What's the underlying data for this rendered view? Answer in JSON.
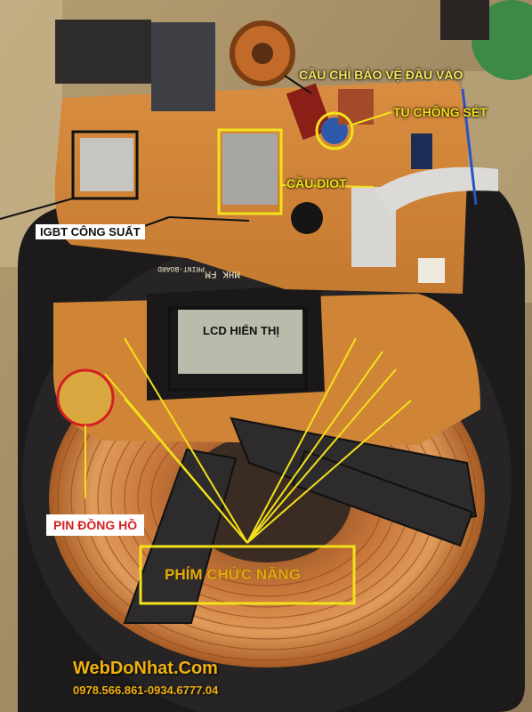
{
  "labels": {
    "fuse": "CẦU CHÌ BẢO VỆ ĐẦU VÀO",
    "surge_cap": "TỤ CHỐNG SÉT",
    "diode_bridge": "CẦU DIOT",
    "igbt": "IGBT CÔNG SUẤT",
    "lcd": "LCD HIỂN THỊ",
    "battery": "PIN ĐỒNG HỒ",
    "buttons": "PHÍM CHỨC NĂNG"
  },
  "pcb_silkscreen": {
    "code": "MHK FM",
    "print": "PRINT-BOARD"
  },
  "watermark": {
    "site": "WebDoNhat.Com",
    "phones": "0978.566.861-0934.6777.04"
  },
  "colors": {
    "annotation_yellow": "#f3e11a",
    "box_black": "#111111",
    "battery_red": "#d42020",
    "pcb_orange": "#d3873a",
    "coil_copper": "#c8763a",
    "watermark_orange": "#f2b10c"
  }
}
